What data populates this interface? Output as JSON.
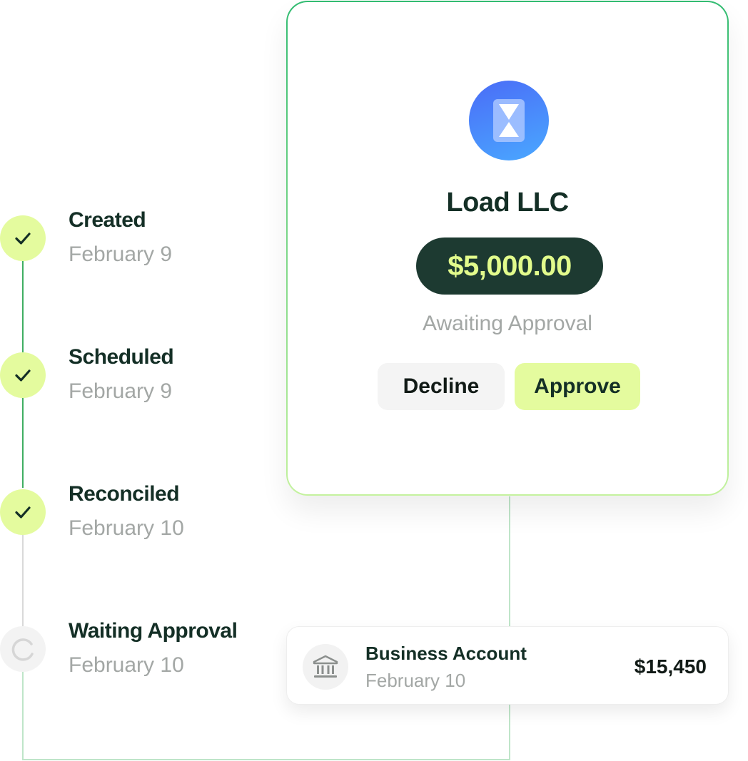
{
  "timeline": {
    "steps": [
      {
        "title": "Created",
        "date": "February 9",
        "status": "done",
        "icon": "check-icon"
      },
      {
        "title": "Scheduled",
        "date": "February 9",
        "status": "done",
        "icon": "check-icon"
      },
      {
        "title": "Reconciled",
        "date": "February 10",
        "status": "done",
        "icon": "check-icon"
      },
      {
        "title": "Waiting Approval",
        "date": "February 10",
        "status": "pending",
        "icon": "spinner-icon"
      }
    ]
  },
  "payment_card": {
    "icon": "hourglass-icon",
    "payee": "Load LLC",
    "amount": "$5,000.00",
    "status": "Awaiting Approval",
    "decline_label": "Decline",
    "approve_label": "Approve"
  },
  "account": {
    "icon": "bank-icon",
    "name": "Business Account",
    "date": "February 10",
    "balance": "$15,450"
  },
  "colors": {
    "accent_lime": "#e4fb9e",
    "dark_green": "#1d3a31",
    "amount_text": "#e2fb8c",
    "text_primary": "#142f26",
    "text_muted": "#a3a7a5",
    "line_green": "#3fae62",
    "icon_blue": "#4a8cf9"
  }
}
